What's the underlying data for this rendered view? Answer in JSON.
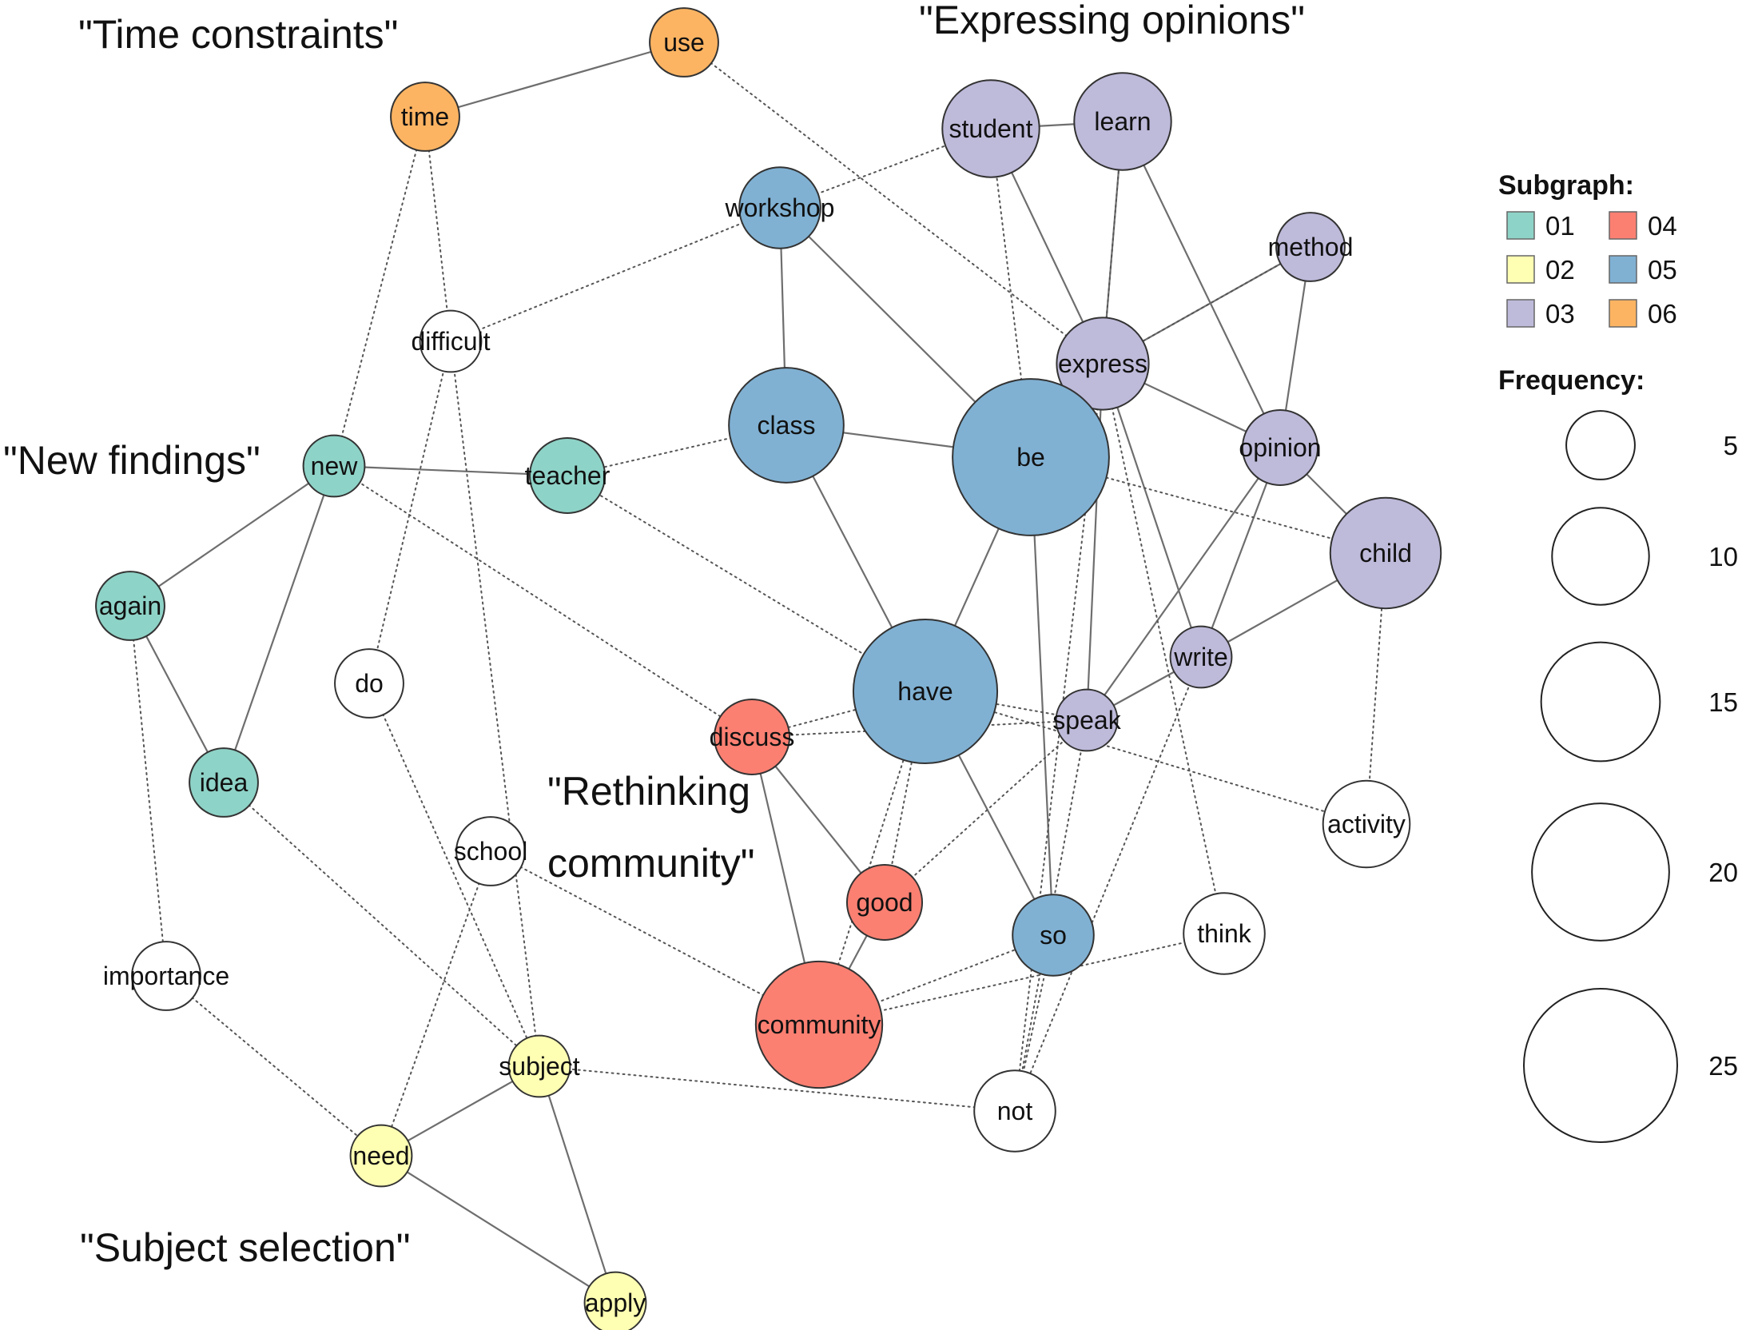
{
  "groups": [
    {
      "id": "01",
      "label": "01",
      "color": "#8ED3C7"
    },
    {
      "id": "02",
      "label": "02",
      "color": "#FFFFB3"
    },
    {
      "id": "03",
      "label": "03",
      "color": "#BEBADA"
    },
    {
      "id": "04",
      "label": "04",
      "color": "#FB8072"
    },
    {
      "id": "05",
      "label": "05",
      "color": "#80B1D3"
    },
    {
      "id": "06",
      "label": "06",
      "color": "#FDB462"
    }
  ],
  "other_node_color": "#FFFFFF",
  "nodes": [
    {
      "id": "use",
      "label": "use",
      "group": "06",
      "frequency": 5
    },
    {
      "id": "time",
      "label": "time",
      "group": "06",
      "frequency": 5
    },
    {
      "id": "student",
      "label": "student",
      "group": "03",
      "frequency": 10
    },
    {
      "id": "learn",
      "label": "learn",
      "group": "03",
      "frequency": 10
    },
    {
      "id": "workshop",
      "label": "workshop",
      "group": "05",
      "frequency": 7
    },
    {
      "id": "method",
      "label": "method",
      "group": "03",
      "frequency": 5
    },
    {
      "id": "difficult",
      "label": "difficult",
      "group": null,
      "frequency": 4
    },
    {
      "id": "express",
      "label": "express",
      "group": "03",
      "frequency": 9
    },
    {
      "id": "class",
      "label": "class",
      "group": "05",
      "frequency": 14
    },
    {
      "id": "be",
      "label": "be",
      "group": "05",
      "frequency": 26
    },
    {
      "id": "new",
      "label": "new",
      "group": "01",
      "frequency": 4
    },
    {
      "id": "teacher",
      "label": "teacher",
      "group": "01",
      "frequency": 6
    },
    {
      "id": "opinion",
      "label": "opinion",
      "group": "03",
      "frequency": 6
    },
    {
      "id": "again",
      "label": "again",
      "group": "01",
      "frequency": 5
    },
    {
      "id": "child",
      "label": "child",
      "group": "03",
      "frequency": 13
    },
    {
      "id": "write",
      "label": "write",
      "group": "03",
      "frequency": 4
    },
    {
      "id": "do",
      "label": "do",
      "group": null,
      "frequency": 5
    },
    {
      "id": "have",
      "label": "have",
      "group": "05",
      "frequency": 22
    },
    {
      "id": "discuss",
      "label": "discuss",
      "group": "04",
      "frequency": 6
    },
    {
      "id": "speak",
      "label": "speak",
      "group": "03",
      "frequency": 4
    },
    {
      "id": "idea",
      "label": "idea",
      "group": "01",
      "frequency": 5
    },
    {
      "id": "activity",
      "label": "activity",
      "group": null,
      "frequency": 8
    },
    {
      "id": "school",
      "label": "school",
      "group": null,
      "frequency": 5
    },
    {
      "id": "good",
      "label": "good",
      "group": "04",
      "frequency": 6
    },
    {
      "id": "so",
      "label": "so",
      "group": "05",
      "frequency": 7
    },
    {
      "id": "think",
      "label": "think",
      "group": null,
      "frequency": 7
    },
    {
      "id": "importance",
      "label": "importance",
      "group": null,
      "frequency": 5
    },
    {
      "id": "community",
      "label": "community",
      "group": "04",
      "frequency": 17
    },
    {
      "id": "subject",
      "label": "subject",
      "group": "02",
      "frequency": 4
    },
    {
      "id": "not",
      "label": "not",
      "group": null,
      "frequency": 7
    },
    {
      "id": "need",
      "label": "need",
      "group": "02",
      "frequency": 4
    },
    {
      "id": "apply",
      "label": "apply",
      "group": "02",
      "frequency": 4
    }
  ],
  "edges": [
    {
      "source": "time",
      "target": "use",
      "style": "solid"
    },
    {
      "source": "student",
      "target": "learn",
      "style": "solid"
    },
    {
      "source": "student",
      "target": "express",
      "style": "solid"
    },
    {
      "source": "learn",
      "target": "express",
      "style": "solid"
    },
    {
      "source": "learn",
      "target": "opinion",
      "style": "solid"
    },
    {
      "source": "express",
      "target": "method",
      "style": "solid"
    },
    {
      "source": "express",
      "target": "opinion",
      "style": "solid"
    },
    {
      "source": "express",
      "target": "speak",
      "style": "solid"
    },
    {
      "source": "express",
      "target": "write",
      "style": "solid"
    },
    {
      "source": "method",
      "target": "opinion",
      "style": "solid"
    },
    {
      "source": "opinion",
      "target": "child",
      "style": "solid"
    },
    {
      "source": "opinion",
      "target": "write",
      "style": "solid"
    },
    {
      "source": "opinion",
      "target": "speak",
      "style": "solid"
    },
    {
      "source": "child",
      "target": "write",
      "style": "solid"
    },
    {
      "source": "write",
      "target": "speak",
      "style": "solid"
    },
    {
      "source": "workshop",
      "target": "class",
      "style": "solid"
    },
    {
      "source": "workshop",
      "target": "be",
      "style": "solid"
    },
    {
      "source": "class",
      "target": "be",
      "style": "solid"
    },
    {
      "source": "class",
      "target": "have",
      "style": "solid"
    },
    {
      "source": "be",
      "target": "have",
      "style": "solid"
    },
    {
      "source": "be",
      "target": "so",
      "style": "solid"
    },
    {
      "source": "have",
      "target": "so",
      "style": "solid"
    },
    {
      "source": "new",
      "target": "teacher",
      "style": "solid"
    },
    {
      "source": "new",
      "target": "again",
      "style": "solid"
    },
    {
      "source": "new",
      "target": "idea",
      "style": "solid"
    },
    {
      "source": "again",
      "target": "idea",
      "style": "solid"
    },
    {
      "source": "discuss",
      "target": "good",
      "style": "solid"
    },
    {
      "source": "discuss",
      "target": "community",
      "style": "solid"
    },
    {
      "source": "good",
      "target": "community",
      "style": "solid"
    },
    {
      "source": "subject",
      "target": "need",
      "style": "solid"
    },
    {
      "source": "subject",
      "target": "apply",
      "style": "solid"
    },
    {
      "source": "need",
      "target": "apply",
      "style": "solid"
    },
    {
      "source": "use",
      "target": "express",
      "style": "dotted"
    },
    {
      "source": "time",
      "target": "new",
      "style": "dotted"
    },
    {
      "source": "time",
      "target": "difficult",
      "style": "dotted"
    },
    {
      "source": "student",
      "target": "workshop",
      "style": "dotted"
    },
    {
      "source": "student",
      "target": "be",
      "style": "dotted"
    },
    {
      "source": "learn",
      "target": "express",
      "style": "dotted"
    },
    {
      "source": "workshop",
      "target": "difficult",
      "style": "dotted"
    },
    {
      "source": "method",
      "target": "express",
      "style": "dotted"
    },
    {
      "source": "difficult",
      "target": "do",
      "style": "dotted"
    },
    {
      "source": "difficult",
      "target": "subject",
      "style": "dotted"
    },
    {
      "source": "express",
      "target": "think",
      "style": "dotted"
    },
    {
      "source": "express",
      "target": "not",
      "style": "dotted"
    },
    {
      "source": "class",
      "target": "teacher",
      "style": "dotted"
    },
    {
      "source": "be",
      "target": "child",
      "style": "dotted"
    },
    {
      "source": "new",
      "target": "discuss",
      "style": "dotted"
    },
    {
      "source": "teacher",
      "target": "have",
      "style": "dotted"
    },
    {
      "source": "again",
      "target": "importance",
      "style": "dotted"
    },
    {
      "source": "idea",
      "target": "subject",
      "style": "dotted"
    },
    {
      "source": "child",
      "target": "activity",
      "style": "dotted"
    },
    {
      "source": "write",
      "target": "not",
      "style": "dotted"
    },
    {
      "source": "do",
      "target": "subject",
      "style": "dotted"
    },
    {
      "source": "have",
      "target": "discuss",
      "style": "dotted"
    },
    {
      "source": "have",
      "target": "good",
      "style": "dotted"
    },
    {
      "source": "have",
      "target": "speak",
      "style": "dotted"
    },
    {
      "source": "have",
      "target": "activity",
      "style": "dotted"
    },
    {
      "source": "have",
      "target": "community",
      "style": "dotted"
    },
    {
      "source": "discuss",
      "target": "speak",
      "style": "dotted"
    },
    {
      "source": "speak",
      "target": "good",
      "style": "dotted"
    },
    {
      "source": "speak",
      "target": "not",
      "style": "dotted"
    },
    {
      "source": "school",
      "target": "community",
      "style": "dotted"
    },
    {
      "source": "school",
      "target": "need",
      "style": "dotted"
    },
    {
      "source": "importance",
      "target": "need",
      "style": "dotted"
    },
    {
      "source": "community",
      "target": "so",
      "style": "dotted"
    },
    {
      "source": "community",
      "target": "think",
      "style": "dotted"
    },
    {
      "source": "subject",
      "target": "not",
      "style": "dotted"
    },
    {
      "source": "so",
      "target": "not",
      "style": "dotted"
    }
  ],
  "cluster_titles": [
    {
      "id": "time-constraints",
      "text": "\"Time constraints\""
    },
    {
      "id": "expressing-opinions",
      "text": "\"Expressing opinions\""
    },
    {
      "id": "new-findings",
      "text": "\"New findings\""
    },
    {
      "id": "rethinking-community-1",
      "text": "\"Rethinking"
    },
    {
      "id": "rethinking-community-2",
      "text": "community\""
    },
    {
      "id": "subject-selection",
      "text": "\"Subject selection\""
    }
  ],
  "legend": {
    "subgraph_title": "Subgraph:",
    "frequency_title": "Frequency:",
    "frequency_scale": [
      5,
      10,
      15,
      20,
      25
    ]
  }
}
